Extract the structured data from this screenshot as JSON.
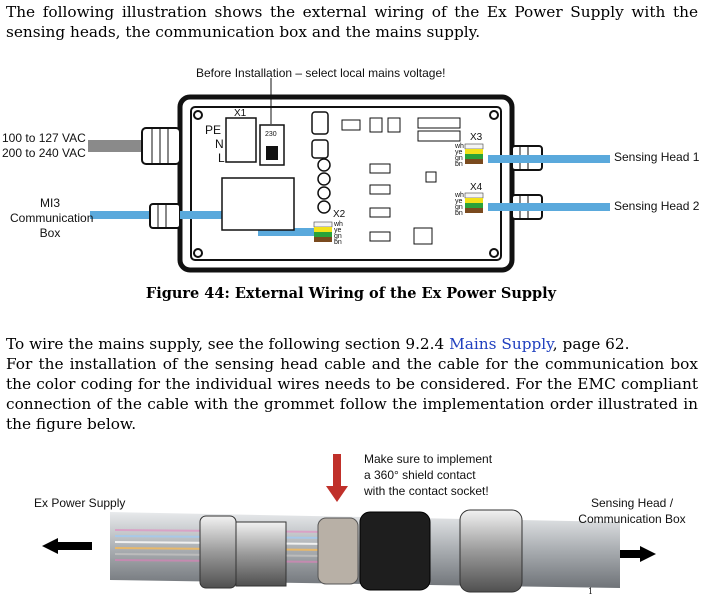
{
  "intro": "The following illustration shows the external wiring of the Ex Power Supply with the sensing heads, the communication box and the mains supply.",
  "figure1": {
    "callout": "Before Installation – select local mains voltage!",
    "mains_label_1": "100 to 127 VAC",
    "mains_label_2": "200 to 240 VAC",
    "mi3_label": [
      "MI3",
      "Communication",
      "Box"
    ],
    "sensing_head_1": "Sensing Head 1",
    "sensing_head_2": "Sensing Head 2",
    "terminal_x1": "X1",
    "terminal_x2": "X2",
    "terminal_x3": "X3",
    "terminal_x4": "X4",
    "pe": "PE",
    "n": "N",
    "l": "L",
    "switch_value": "230",
    "wire_codes": [
      "wh",
      "ye",
      "gn",
      "bn"
    ],
    "caption": "Figure 44: External Wiring of the Ex Power Supply"
  },
  "para2": {
    "prefix": "To wire the mains supply, see the following section 9.2.4 ",
    "link": "Mains Supply",
    "suffix": ", page 62."
  },
  "para3": "For the installation of the sensing head cable and the cable for the communication box the color coding for the individual wires needs to be considered. For the EMC compliant connection of the cable with the grommet follow the implementation order illustrated in the figure below.",
  "figure2": {
    "note": [
      "Make sure to implement",
      "a 360° shield contact",
      "with the contact socket!"
    ],
    "left_label": "Ex Power Supply",
    "right_label": [
      "Sensing Head /",
      "Communication Box"
    ]
  },
  "page_number": "1",
  "colors": {
    "cable_blue": "#5aa9dc",
    "mains_gray": "#8a8a8a",
    "arrow_red": "#c0302a"
  }
}
